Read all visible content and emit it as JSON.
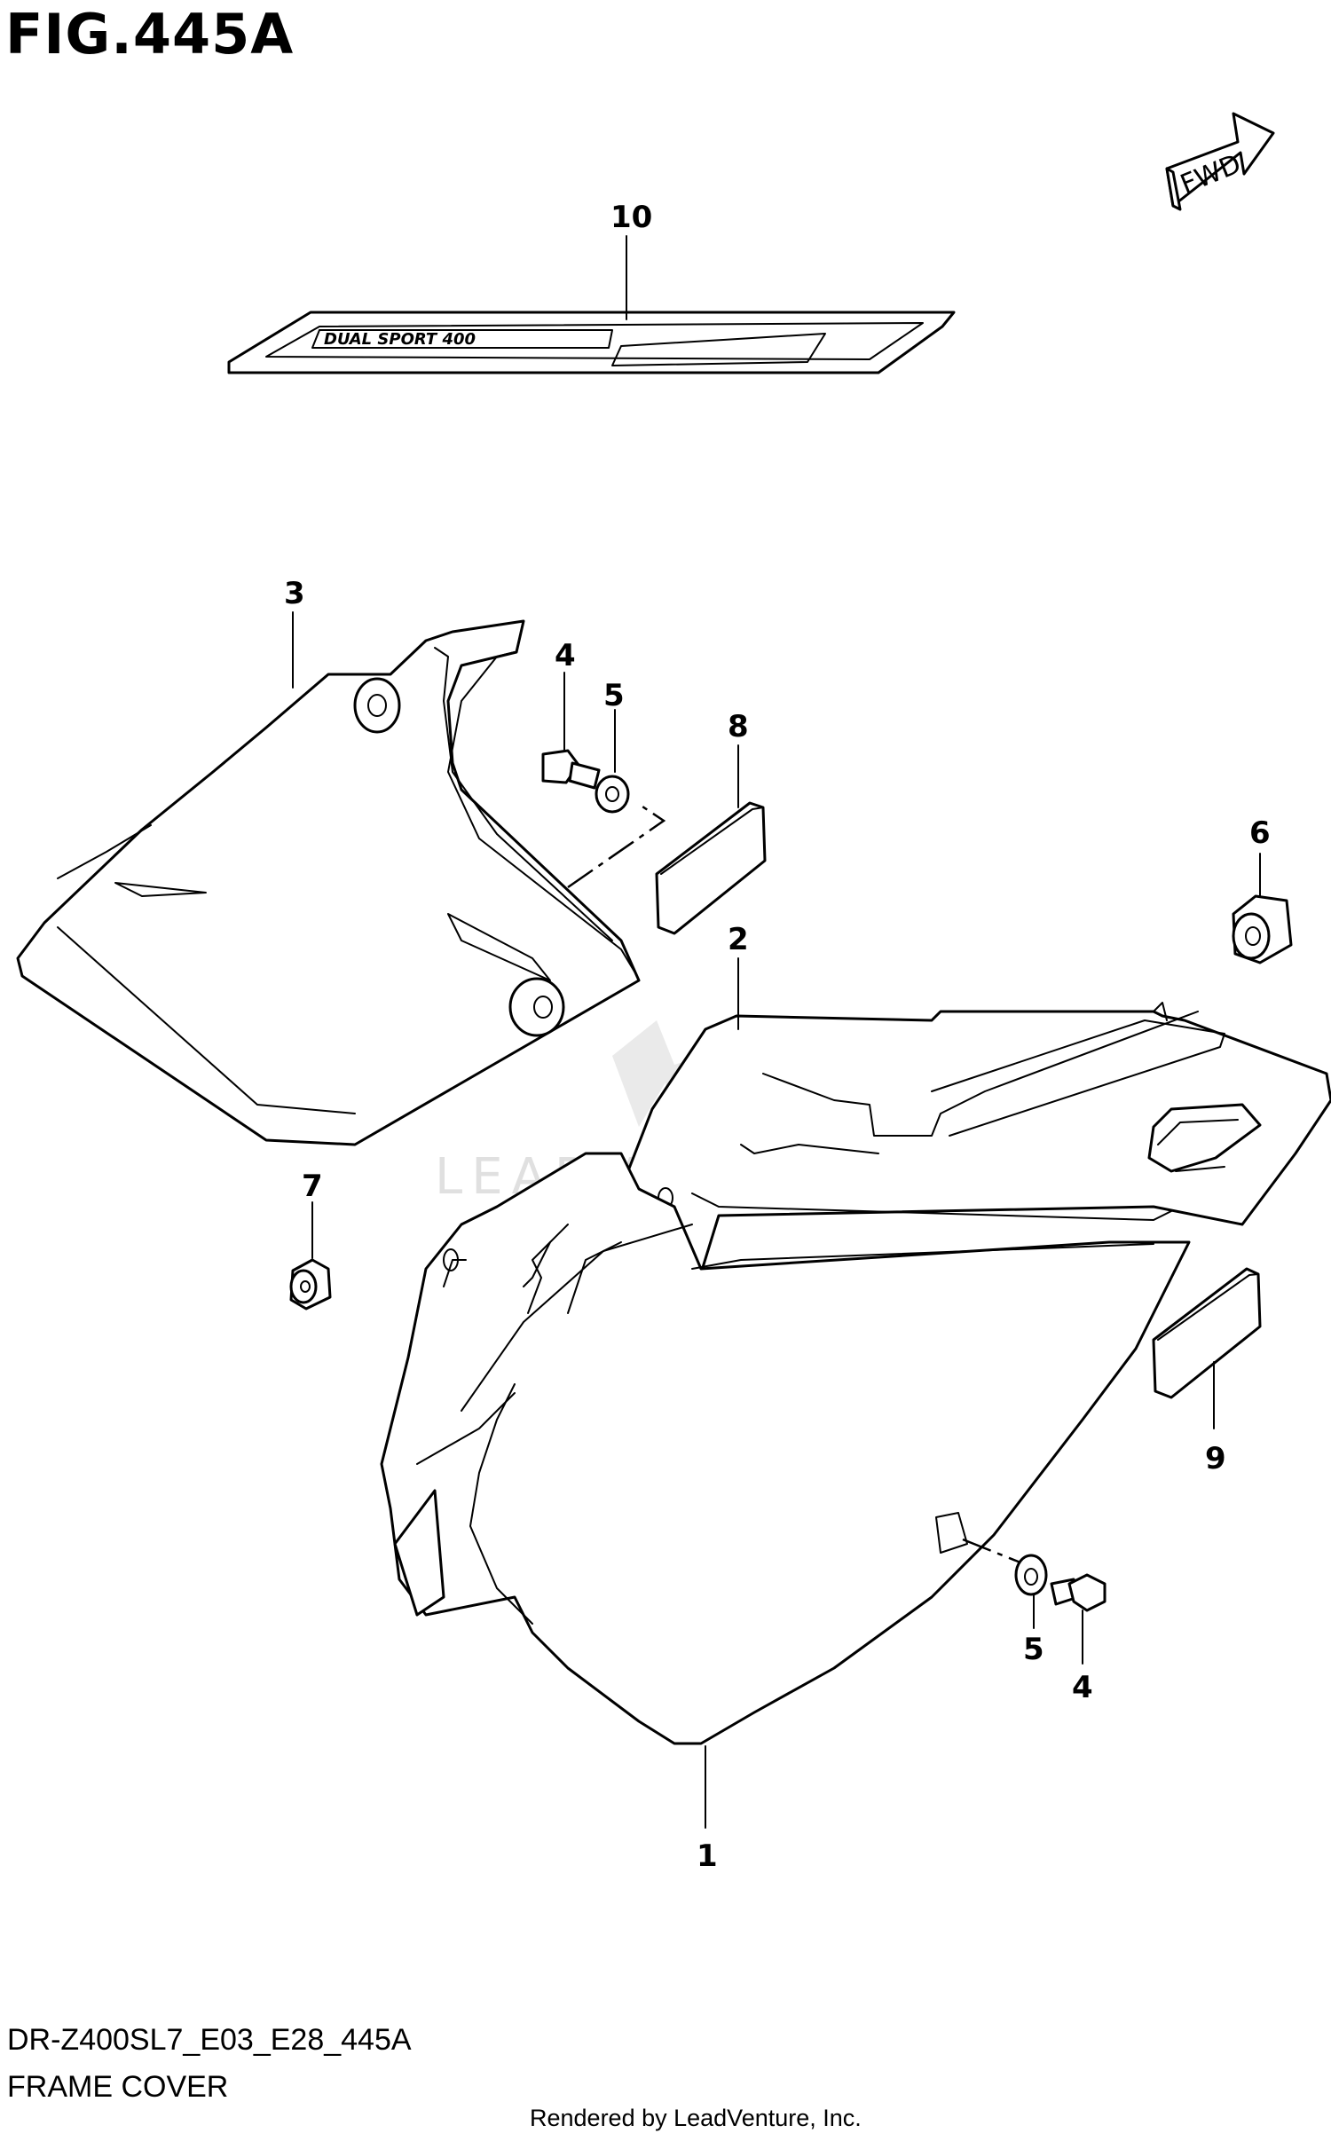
{
  "figure": {
    "title": "FIG.445A",
    "model_code": "DR-Z400SL7_E03_E28_445A",
    "section_name": "FRAME COVER",
    "credit": "Rendered by LeadVenture, Inc.",
    "direction_badge": "FWD",
    "decal_text": "DUAL SPORT 400",
    "watermark": "LEADVENTURE"
  },
  "callouts": [
    "1",
    "2",
    "3",
    "4",
    "5",
    "6",
    "7",
    "8",
    "9",
    "10",
    "5",
    "4"
  ],
  "colors": {
    "line": "#000000",
    "background": "#ffffff",
    "watermark": "#c8c8c8"
  }
}
